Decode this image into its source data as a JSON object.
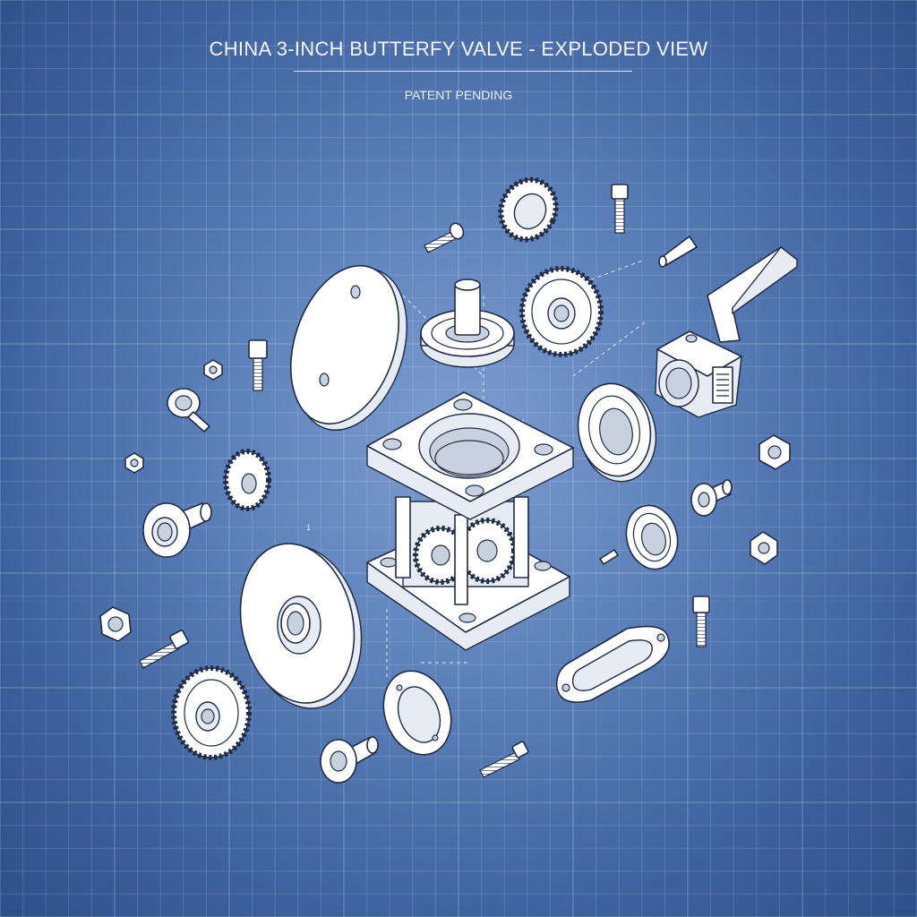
{
  "title": "CHINA 3-INCH BUTTERFY VALVE - EXPLODED VIEW",
  "subtitle": "PATENT PENDING",
  "part_mark": "1",
  "colors": {
    "background": "#5c7fb9",
    "grid": "#c4d4f0",
    "part_fill": "#ffffff",
    "outline": "#1f2a44",
    "text": "#f2f6ff"
  }
}
